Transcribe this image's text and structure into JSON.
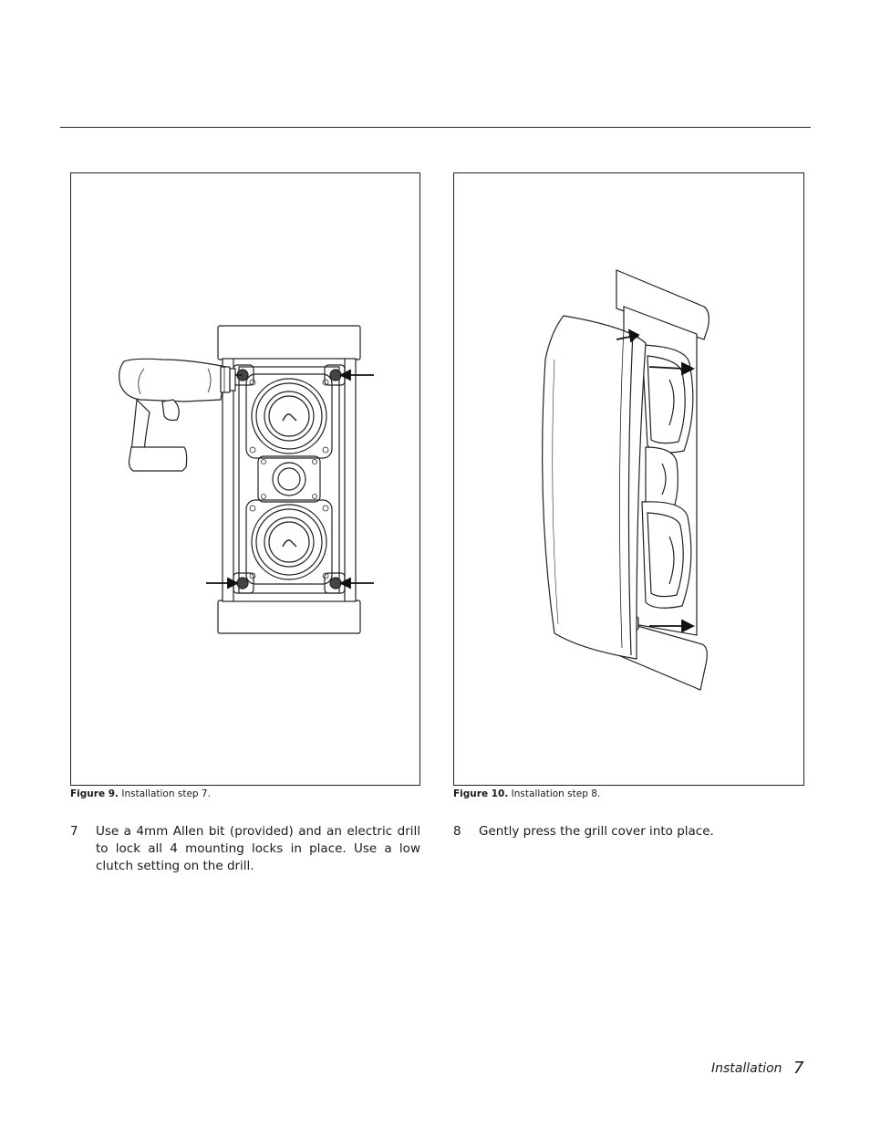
{
  "figures": {
    "fig9": {
      "label": "Figure 9.",
      "caption": "Installation step 7."
    },
    "fig10": {
      "label": "Figure 10.",
      "caption": "Installation step 8."
    }
  },
  "steps": [
    {
      "number": "7",
      "text": "Use a 4mm Allen bit (provided) and an electric drill to lock all 4 mounting locks in place. Use a low clutch setting on the drill."
    },
    {
      "number": "8",
      "text": "Gently press the grill cover into place."
    }
  ],
  "footer": {
    "section": "Installation",
    "page": "7"
  }
}
